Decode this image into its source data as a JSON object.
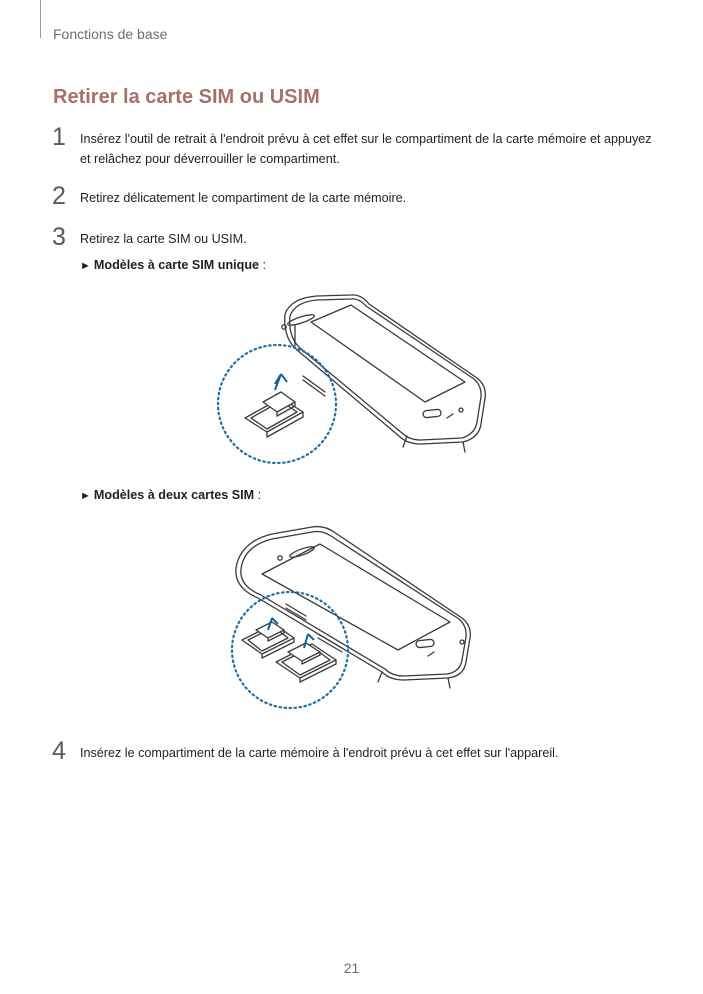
{
  "header": {
    "title": "Fonctions de base"
  },
  "section": {
    "title": "Retirer la carte SIM ou USIM"
  },
  "steps": [
    {
      "number": "1",
      "text": "Insérez l'outil de retrait à l'endroit prévu à cet effet sur le compartiment de la carte mémoire et appuyez et relâchez pour déverrouiller le compartiment."
    },
    {
      "number": "2",
      "text": "Retirez délicatement le compartiment de la carte mémoire."
    },
    {
      "number": "3",
      "text": "Retirez la carte SIM ou USIM."
    },
    {
      "number": "4",
      "text": "Insérez le compartiment de la carte mémoire à l'endroit prévu à cet effet sur l'appareil."
    }
  ],
  "models": [
    {
      "arrow": "►",
      "label": "Modèles à carte SIM unique",
      "suffix": " :"
    },
    {
      "arrow": "►",
      "label": "Modèles à deux cartes SIM",
      "suffix": " :"
    }
  ],
  "page": {
    "number": "21"
  },
  "colors": {
    "title": "#a8706b",
    "highlight_ring": "#1f6fa8",
    "arrow": "#1a5f96",
    "line": "#3a3a3a"
  }
}
